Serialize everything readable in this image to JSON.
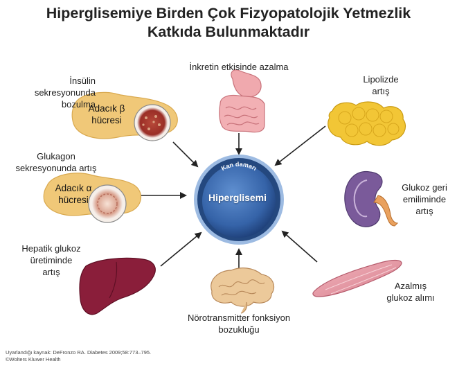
{
  "title": {
    "line1": "Hiperglisemiye Birden Çok Fizyopatolojik Yetmezlik",
    "line2": "Katkıda Bulunmaktadır"
  },
  "center": {
    "vessel_label": "Kan damarı",
    "label": "Hiperglisemi"
  },
  "factors": {
    "insulin": {
      "line1": "İnsülin",
      "line2": "sekresyonunda",
      "line3": "bozulma",
      "cell_line1": "Adacık β",
      "cell_line2": "hücresi"
    },
    "incretin": {
      "line1": "İnkretin etkisinde azalma"
    },
    "lipolysis": {
      "line1": "Lipolizde",
      "line2": "artış"
    },
    "glucagon": {
      "line1": "Glukagon",
      "line2": "sekresyonunda artış",
      "cell_line1": "Adacık α",
      "cell_line2": "hücresi"
    },
    "kidney": {
      "line1": "Glukoz geri",
      "line2": "emiliminde",
      "line3": "artış"
    },
    "liver": {
      "line1": "Hepatik glukoz",
      "line2": "üretiminde",
      "line3": "artış"
    },
    "brain": {
      "line1": "Nörotransmitter fonksiyon",
      "line2": "bozukluğu"
    },
    "muscle": {
      "line1": "Azalmış",
      "line2": "glukoz alımı"
    }
  },
  "footer": {
    "line1": "Uyarlandığı kaynak: DeFronzo RA. Diabetes 2009;58:773–795.",
    "line2": "©Wolters Kluwer Health"
  },
  "colors": {
    "arrow": "#222222",
    "hub": "#3d6fb8",
    "pancreas": "#f0c878",
    "liver": "#8a1e3a",
    "fat": "#f2c636",
    "brain": "#ecc99a",
    "muscle": "#e8a2ad"
  }
}
